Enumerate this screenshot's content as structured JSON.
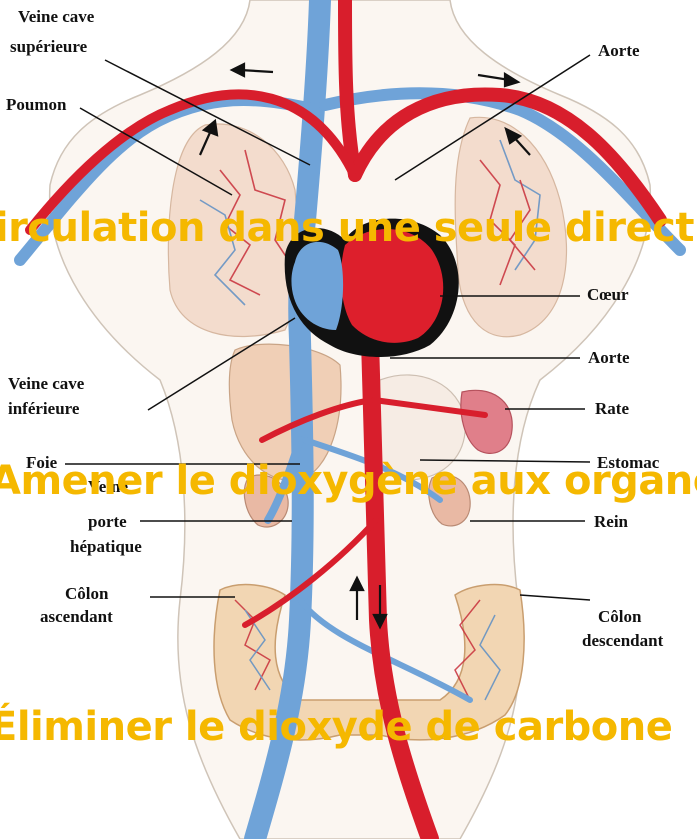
{
  "labels": {
    "veine_cave_superieure_1": "Veine cave",
    "veine_cave_superieure_2": "supérieure",
    "poumon": "Poumon",
    "aorte_top": "Aorte",
    "coeur": "Cœur",
    "aorte_mid": "Aorte",
    "veine_cave_inferieure_1": "Veine cave",
    "veine_cave_inferieure_2": "inférieure",
    "rate": "Rate",
    "foie": "Foie",
    "estomac": "Estomac",
    "veine_porte_1": "Veine",
    "veine_porte_2": "porte",
    "veine_porte_3": "hépatique",
    "rein": "Rein",
    "colon_ascendant_1": "Côlon",
    "colon_ascendant_2": "ascendant",
    "colon_descendant_1": "Côlon",
    "colon_descendant_2": "descendant"
  },
  "overlays": {
    "line1": "Circulation dans une seule direction",
    "line2": "Amener le dioxygène aux organes",
    "line3": "Éliminer le dioxyde de carbone"
  },
  "colors": {
    "artery": "#d81e2c",
    "vein": "#6fa3d8",
    "overlay_text": "#f5b800"
  }
}
